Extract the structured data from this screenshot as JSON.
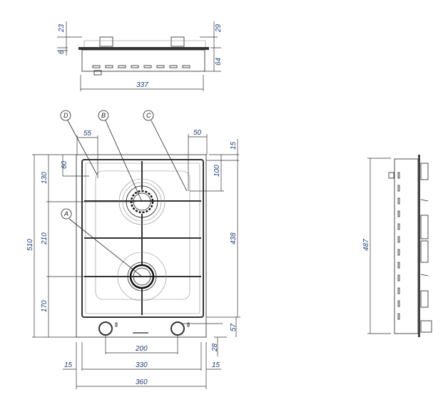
{
  "colors": {
    "dimension_text": "#1f3d7a",
    "lines": "#222222"
  },
  "top_view": {
    "dims": {
      "height_top": "23",
      "plate": "6",
      "height_right": "29",
      "depth": "64",
      "width": "337"
    }
  },
  "front_view": {
    "callouts": {
      "a": "A",
      "b": "B",
      "c": "C",
      "d": "D"
    },
    "dims": {
      "total_height": "510",
      "seg_top": "130",
      "seg_mid": "210",
      "seg_bottom": "170",
      "offset_60": "60",
      "offset_55": "55",
      "offset_50": "50",
      "offset_15_top": "15",
      "offset_100": "100",
      "inner_height": "438",
      "panel_57": "57",
      "panel_28": "28",
      "knob_spacing": "200",
      "inner_width": "330",
      "margin_left": "15",
      "margin_right": "15",
      "total_width": "360"
    }
  },
  "side_view": {
    "dims": {
      "length": "487"
    }
  }
}
